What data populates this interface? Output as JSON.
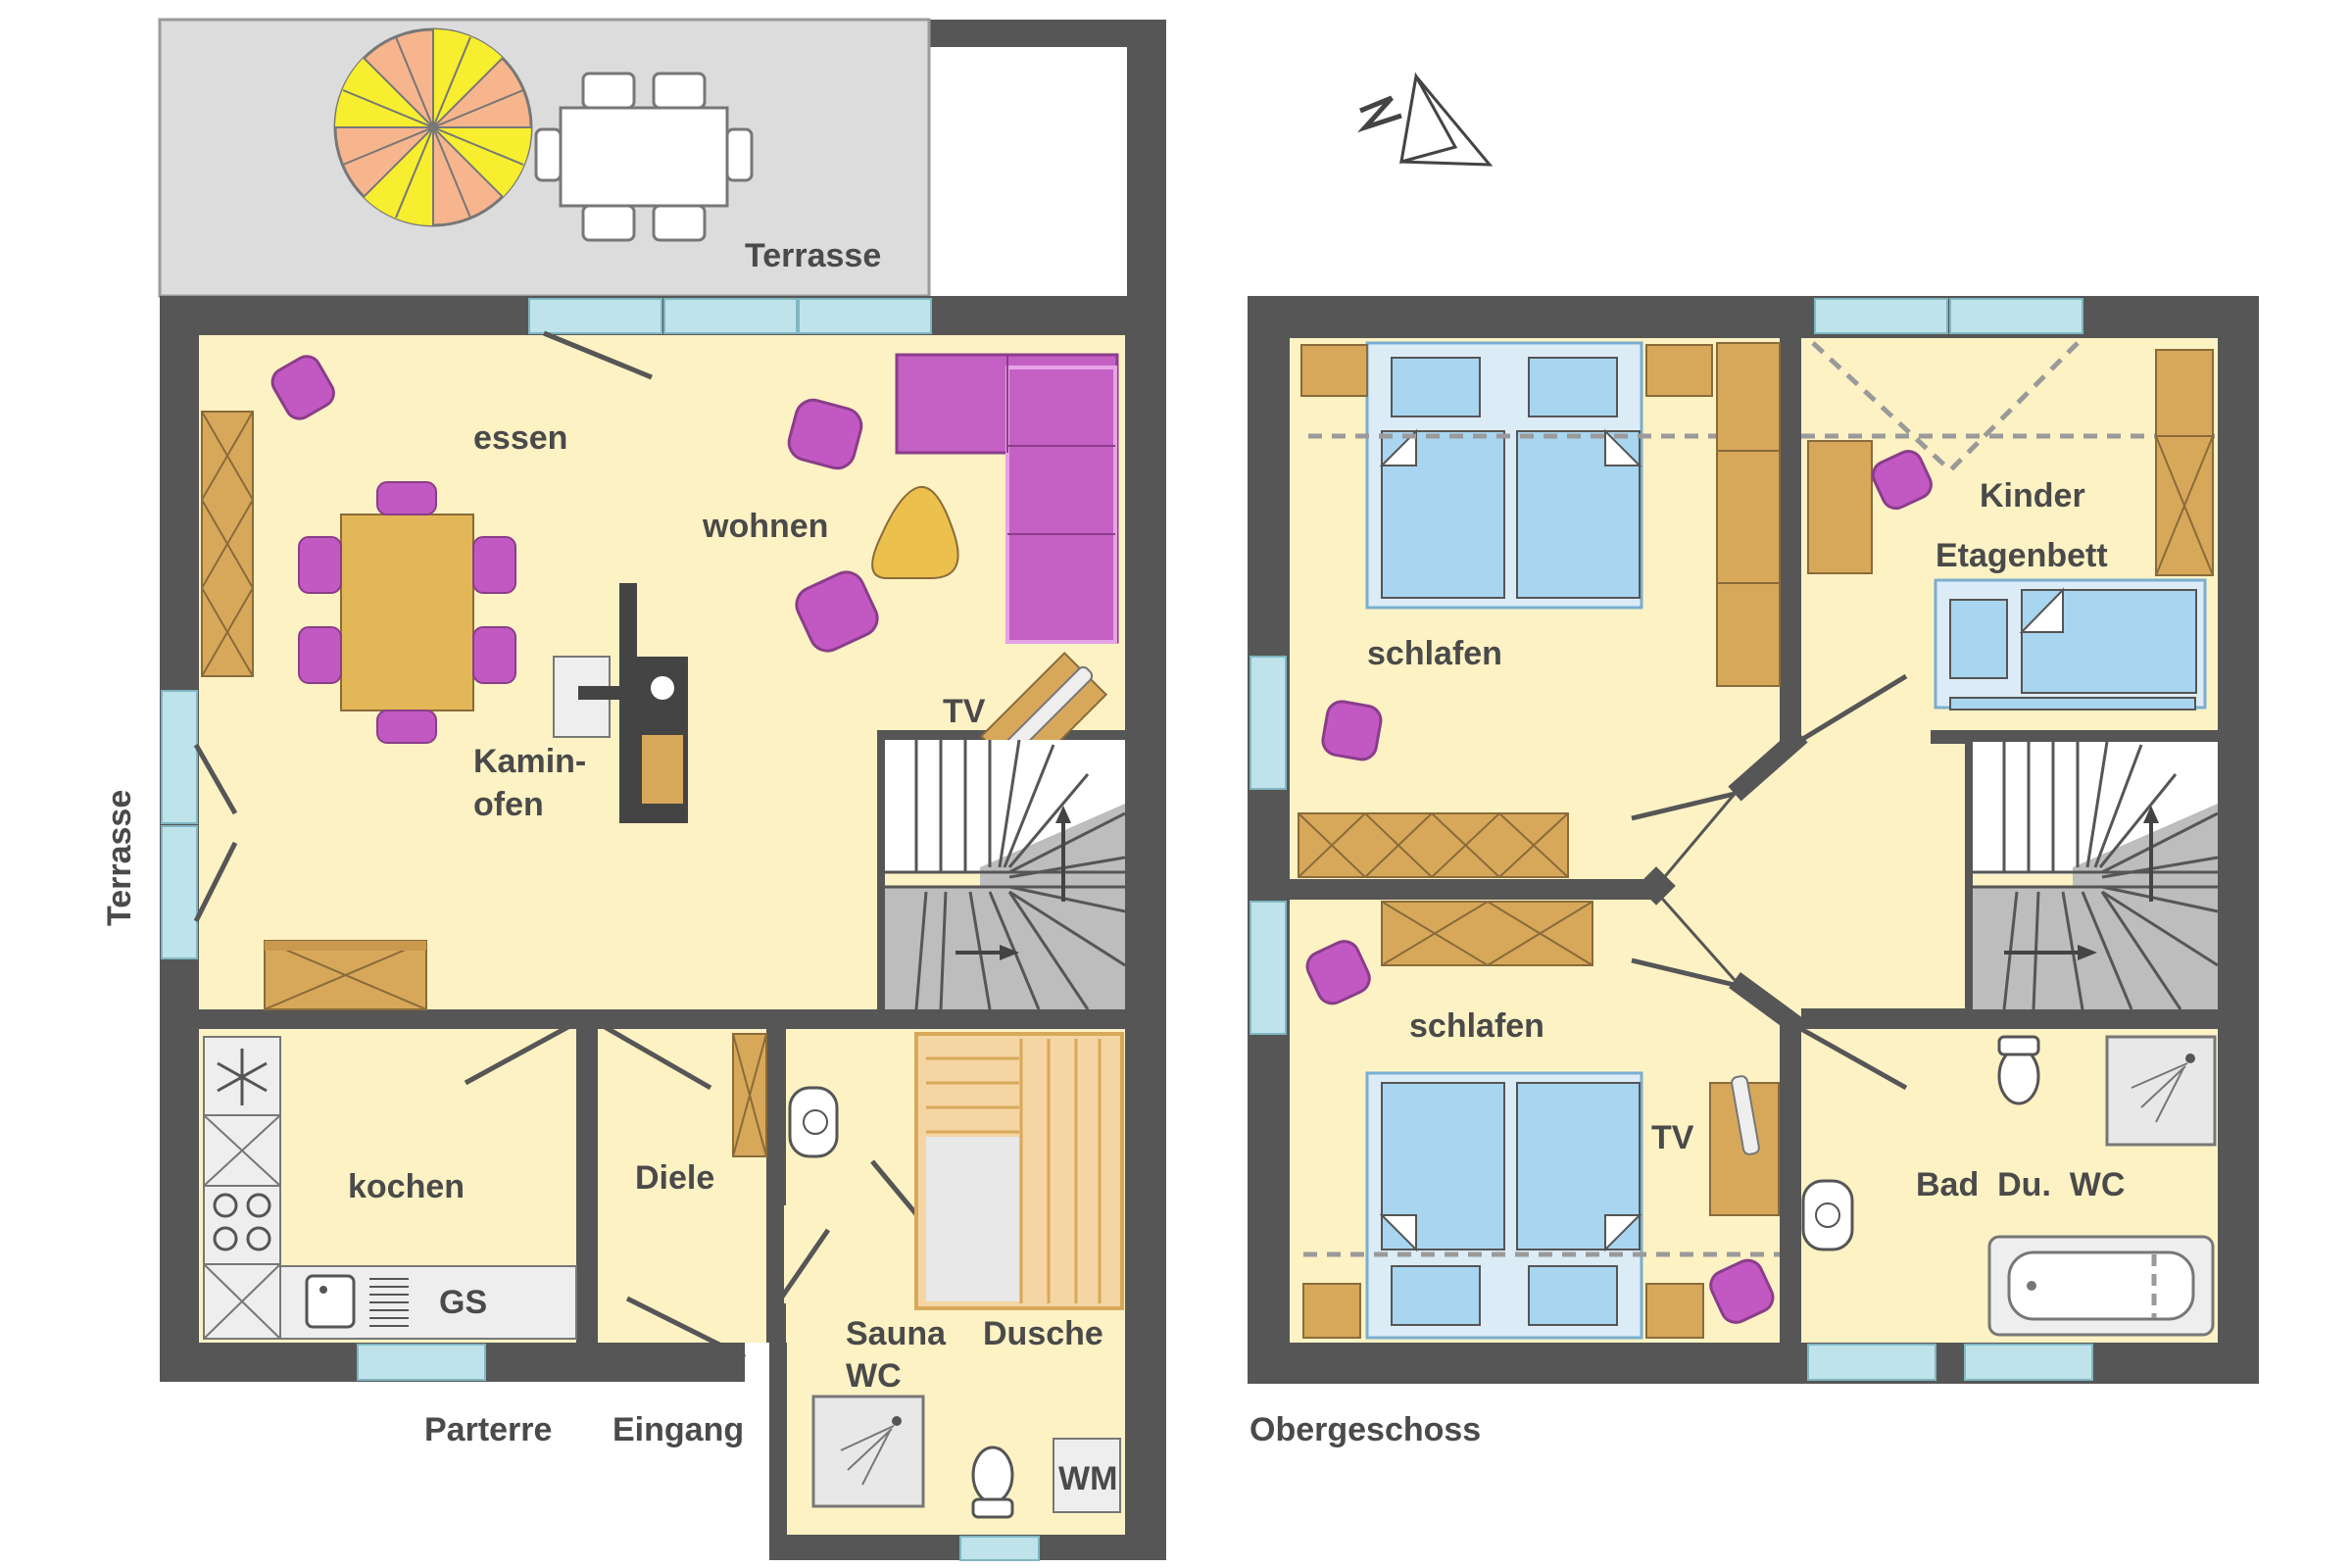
{
  "colors": {
    "wall": "#565656",
    "floor": "#fdf2c4",
    "terrace": "#dcdcdc",
    "window": "#bfe3ea",
    "cabinet": "#d7a85a",
    "chair": "#c259c2",
    "sofa": "#c45fc4",
    "bed": "#a8d5ef",
    "stairs_light": "#ffffff",
    "stairs_dark": "#bdbdbd",
    "sauna": "#f5d5a3",
    "label": "#4a4a4a"
  },
  "labels": {
    "terrace_top": "Terrasse",
    "terrace_side": "Terrasse",
    "essen": "essen",
    "wohnen": "wohnen",
    "kaminofen_1": "Kamin-",
    "kaminofen_2": "ofen",
    "tv_ground": "TV",
    "kochen": "kochen",
    "gs": "GS",
    "diele": "Diele",
    "sauna": "Sauna",
    "dusche": "Dusche",
    "wc_ground": "WC",
    "wm": "WM",
    "parterre": "Parterre",
    "eingang": "Eingang",
    "obergeschoss": "Obergeschoss",
    "schlafen_top": "schlafen",
    "schlafen_bottom": "schlafen",
    "kinder": "Kinder",
    "etagenbett": "Etagenbett",
    "tv_upper": "TV",
    "bad_du_wc": "Bad  Du.  WC"
  },
  "icons": [
    "north-arrow-icon",
    "snowflake-icon",
    "stove-icon",
    "sink-icon",
    "toilet-icon",
    "shower-icon",
    "bathtub-icon",
    "umbrella-icon"
  ]
}
